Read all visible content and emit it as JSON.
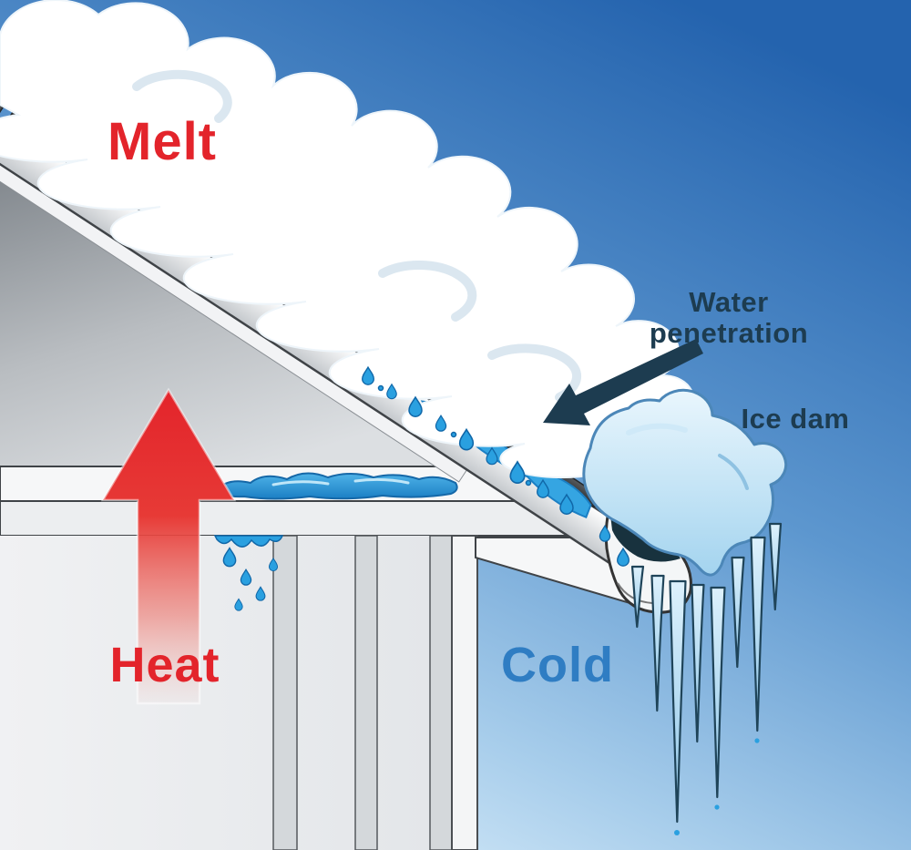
{
  "title": "Ice dam formation on roof diagram",
  "labels": {
    "melt": "Melt",
    "heat": "Heat",
    "cold": "Cold",
    "water_line1": "Water",
    "water_line2": "penetration",
    "ice_dam": "Ice dam"
  },
  "colors": {
    "hot": "#e3242b",
    "cold": "#2f7dc3",
    "annotation": "#1d3c50",
    "sky_top": "#2463ae",
    "sky_bottom": "#ddeffb",
    "ice": "#bfe2f6",
    "water": "#2aa0e0",
    "snow": "#ffffff"
  }
}
